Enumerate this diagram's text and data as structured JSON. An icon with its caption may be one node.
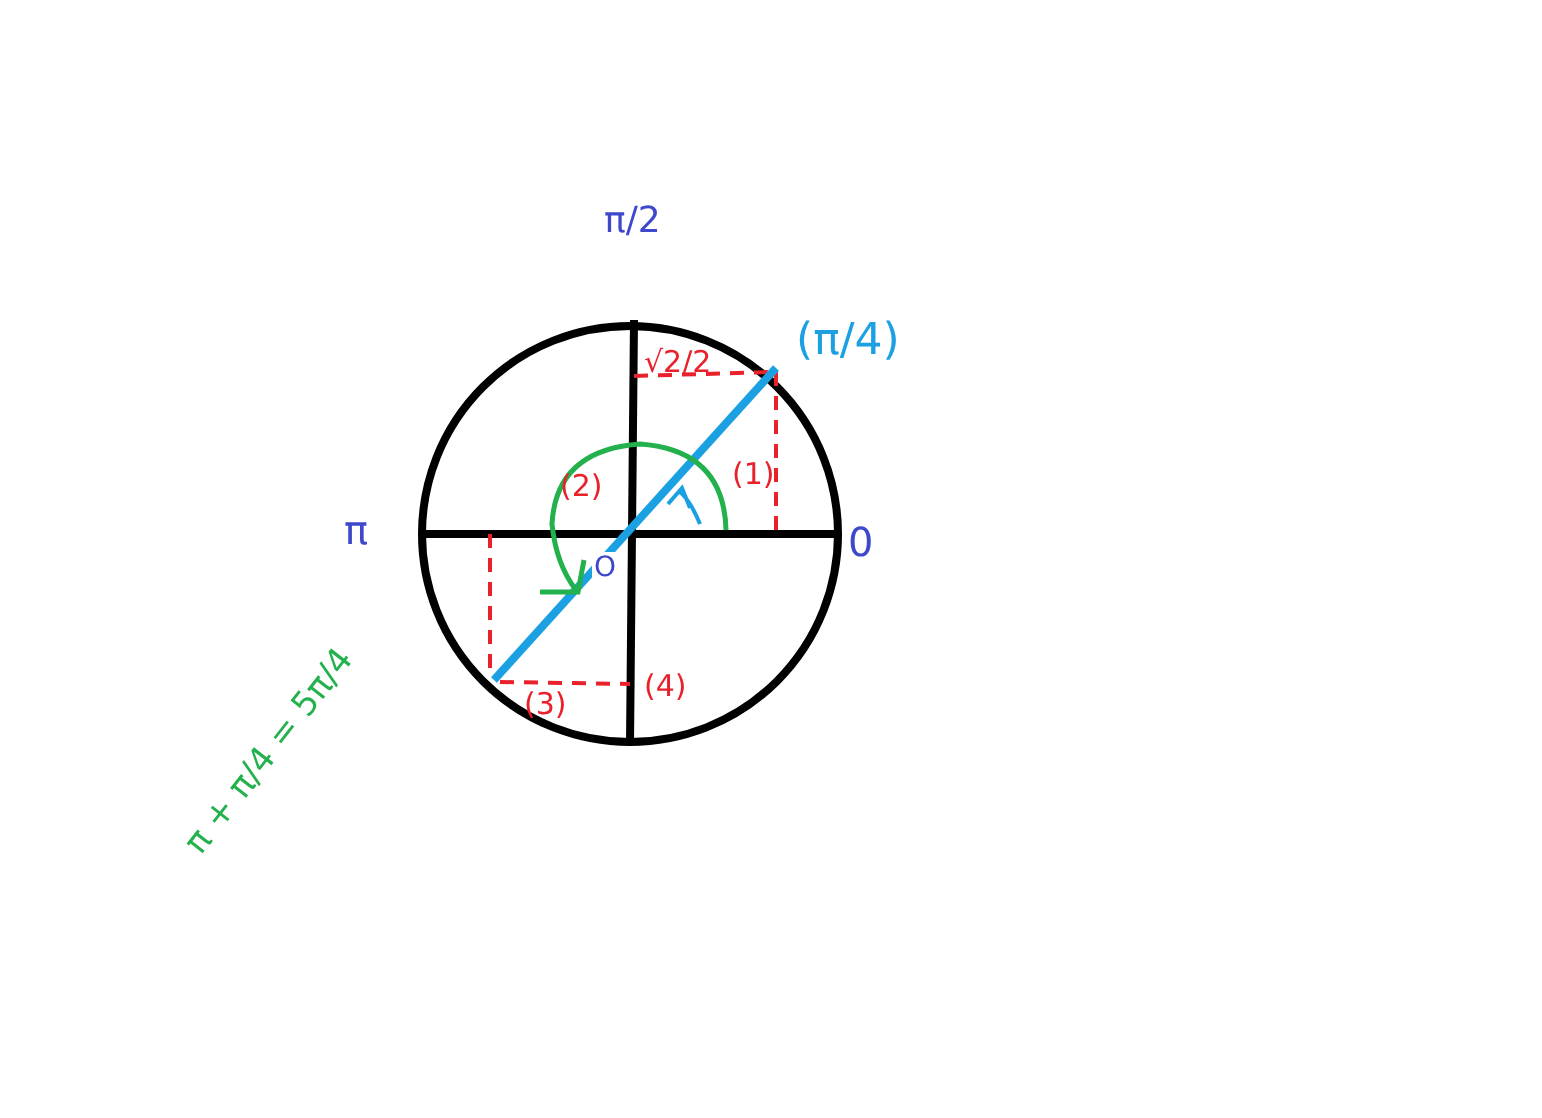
{
  "diagram": {
    "labels": [
      "π/2",
      "(π/4)",
      "√2/2",
      "(2)",
      "(1)",
      "π",
      "O",
      "0",
      "(3)",
      "(4)",
      "π + π/4 = 5π/4"
    ]
  }
}
